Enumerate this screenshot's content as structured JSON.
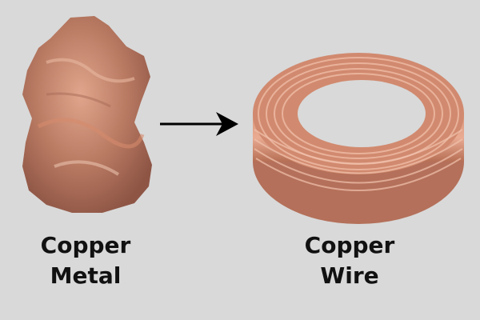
{
  "scene": {
    "background_color": "#d9d9d9",
    "copper_color": "#c07a5e",
    "left_item": {
      "icon": "copper-nugget-image",
      "label_line1": "Copper",
      "label_line2": "Metal"
    },
    "arrow": {
      "icon": "right-arrow-icon",
      "color": "#000000"
    },
    "right_item": {
      "icon": "copper-wire-coil-image",
      "label_line1": "Copper",
      "label_line2": "Wire"
    }
  }
}
